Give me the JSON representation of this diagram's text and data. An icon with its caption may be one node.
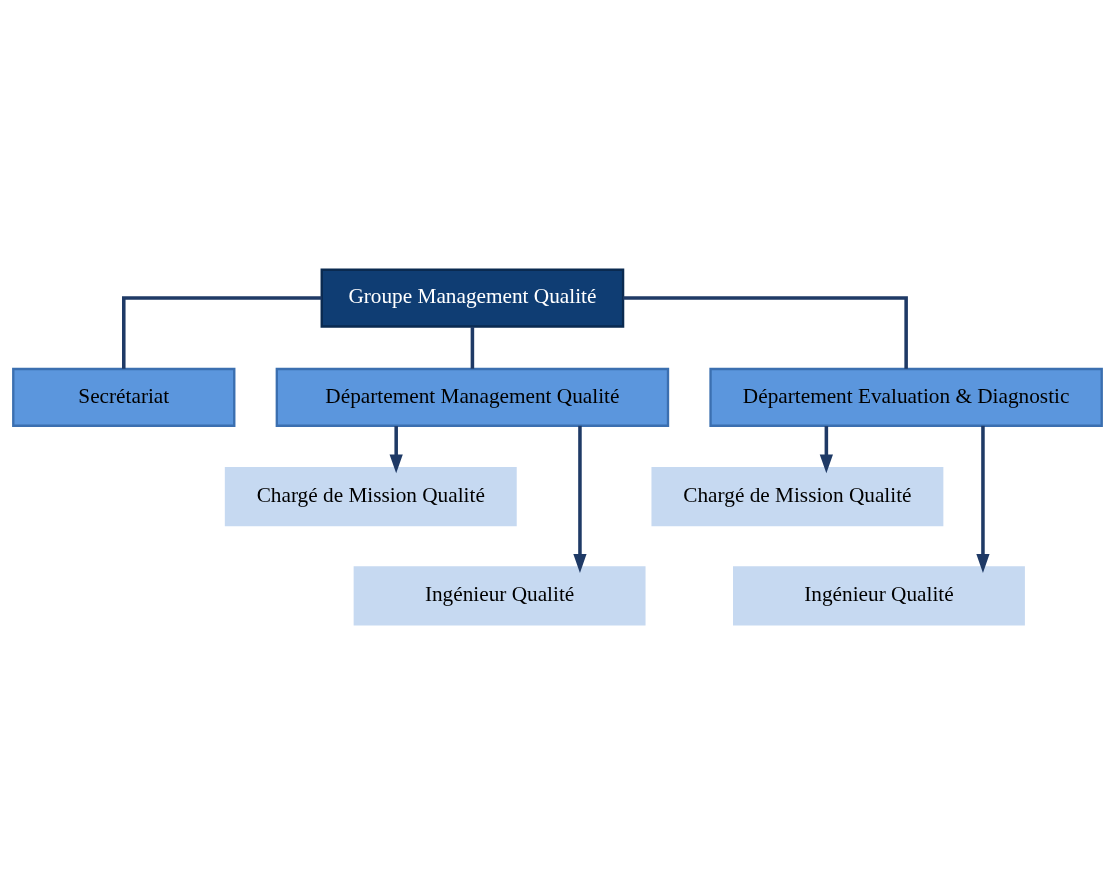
{
  "diagram": {
    "nodes": [
      {
        "text": [
          "Groupe Management Qualité"
        ]
      },
      {
        "text": [
          "Secrétariat"
        ]
      },
      {
        "text": [
          "Département Management Qualité"
        ]
      },
      {
        "text": [
          "Département Evaluation & Diagnostic"
        ]
      },
      {
        "text": [
          "Chargé de Mission Qualité"
        ]
      },
      {
        "text": [
          "Ingénieur Qualité"
        ]
      },
      {
        "text": [
          "Chargé de Mission Qualité"
        ]
      },
      {
        "text": [
          "Ingénieur Qualité"
        ]
      }
    ],
    "edges": [
      {
        "from": 0,
        "to": 1,
        "arrow": "none"
      },
      {
        "from": 0,
        "to": 2,
        "arrow": "none"
      },
      {
        "from": 0,
        "to": 3,
        "arrow": "none"
      },
      {
        "from": 2,
        "to": 4,
        "arrow": "to"
      },
      {
        "from": 2,
        "to": 5,
        "arrow": "to"
      },
      {
        "from": 3,
        "to": 6,
        "arrow": "to"
      },
      {
        "from": 3,
        "to": 7,
        "arrow": "to"
      }
    ]
  }
}
